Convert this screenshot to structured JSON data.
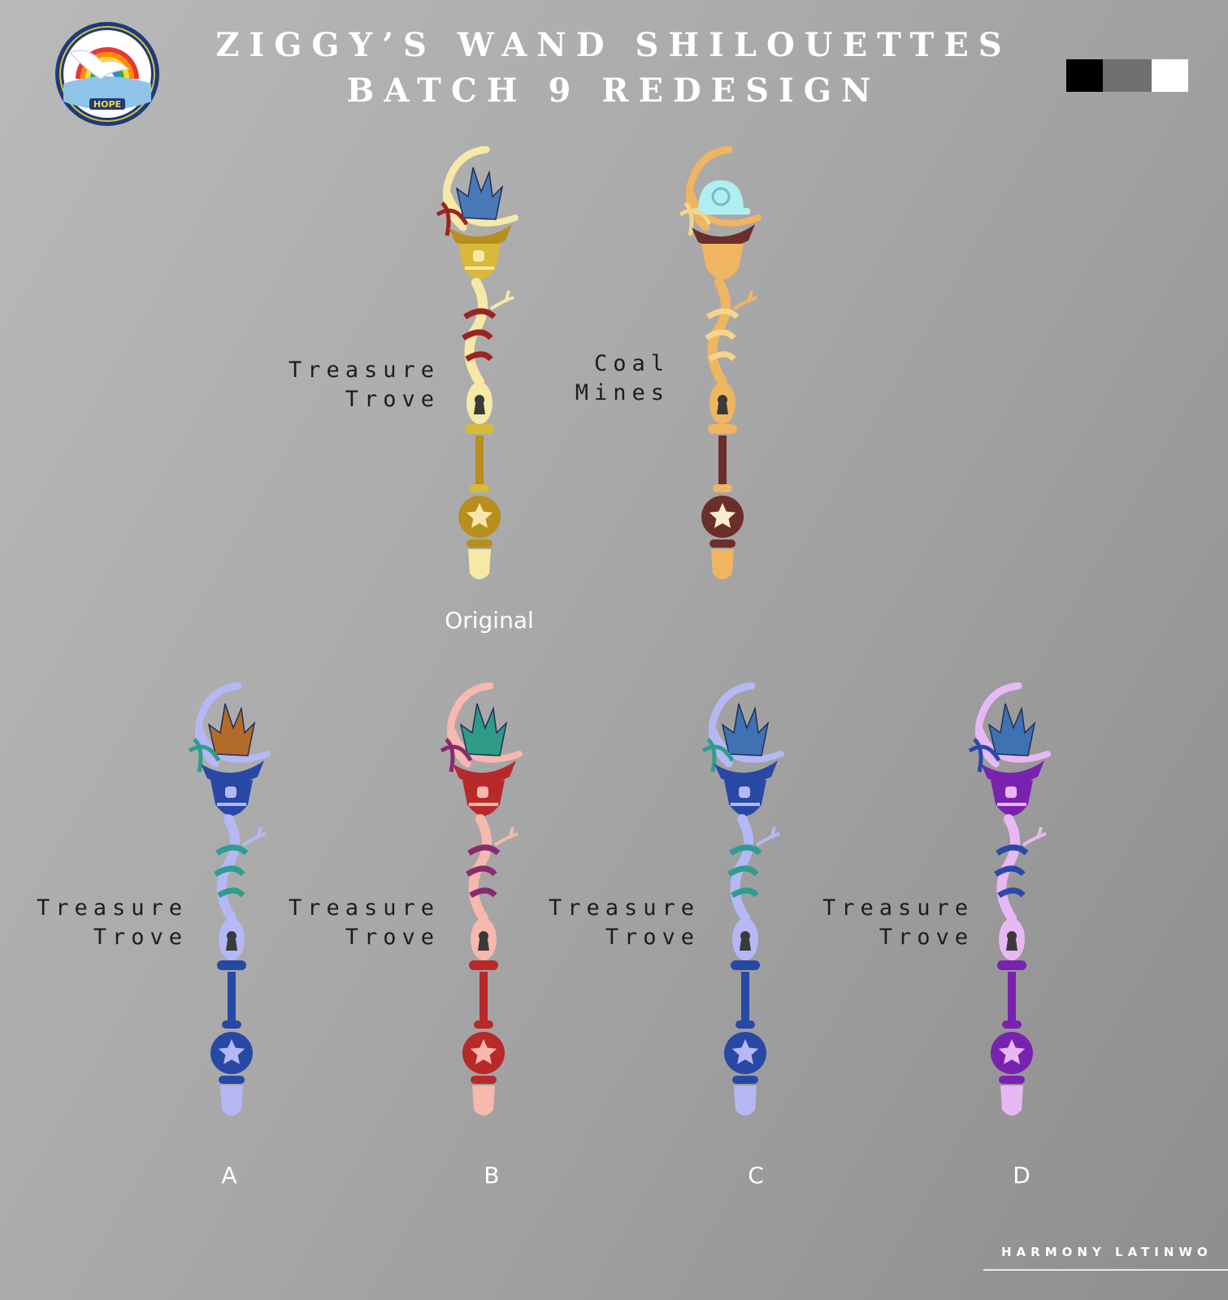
{
  "header": {
    "title_line1": "ZIGGY’S WAND SHILOUETTES",
    "title_line2": "BATCH 9 REDESIGN",
    "logo_text": "HOPE",
    "logo_icon": "dove-rainbow-emblem-icon"
  },
  "value_swatches": [
    "#000000",
    "#707070",
    "#ffffff"
  ],
  "top_row": [
    {
      "label_line1": "Treasure",
      "label_line2": "Trove",
      "caption": "Original",
      "gem_icon": "crystal-icon",
      "colors": {
        "main": "#b88f1e",
        "light": "#f6e9a7",
        "wrap": "#9a2323",
        "accent": "#d8b93a",
        "emblem": "#f6e9a7",
        "gem": "#4a79b8"
      }
    },
    {
      "label_line1": "Coal",
      "label_line2": "Mines",
      "caption": "",
      "gem_icon": "miner-helmet-icon",
      "colors": {
        "main": "#6b2e2a",
        "light": "#f0b560",
        "wrap": "#f5d58a",
        "accent": "#f0b560",
        "emblem": "#f7eed0",
        "gem": "#aeeff2"
      }
    }
  ],
  "bottom_row": [
    {
      "label_line1": "Treasure",
      "label_line2": "Trove",
      "caption": "A",
      "gem_icon": "crystal-icon",
      "colors": {
        "main": "#2848a6",
        "light": "#b5b8f5",
        "wrap": "#2f9d8e",
        "accent": "#2848a6",
        "emblem": "#b5b8f5",
        "gem": "#b36b2a"
      }
    },
    {
      "label_line1": "Treasure",
      "label_line2": "Trove",
      "caption": "B",
      "gem_icon": "crystal-icon",
      "colors": {
        "main": "#b8292a",
        "light": "#f7b8ad",
        "wrap": "#8a2a6e",
        "accent": "#b8292a",
        "emblem": "#f7b8ad",
        "gem": "#2f9a86"
      }
    },
    {
      "label_line1": "Treasure",
      "label_line2": "Trove",
      "caption": "C",
      "gem_icon": "crystal-icon",
      "colors": {
        "main": "#2848a6",
        "light": "#b5b8f5",
        "wrap": "#2f9d8e",
        "accent": "#2848a6",
        "emblem": "#b5b8f5",
        "gem": "#3f72b3"
      }
    },
    {
      "label_line1": "Treasure",
      "label_line2": "Trove",
      "caption": "D",
      "gem_icon": "crystal-icon",
      "colors": {
        "main": "#7a22b0",
        "light": "#e8b8f5",
        "wrap": "#2c48a8",
        "accent": "#7a22b0",
        "emblem": "#e8b8f5",
        "gem": "#3f72b3"
      }
    }
  ],
  "footer": {
    "credit": "HARMONY LATINWO"
  }
}
